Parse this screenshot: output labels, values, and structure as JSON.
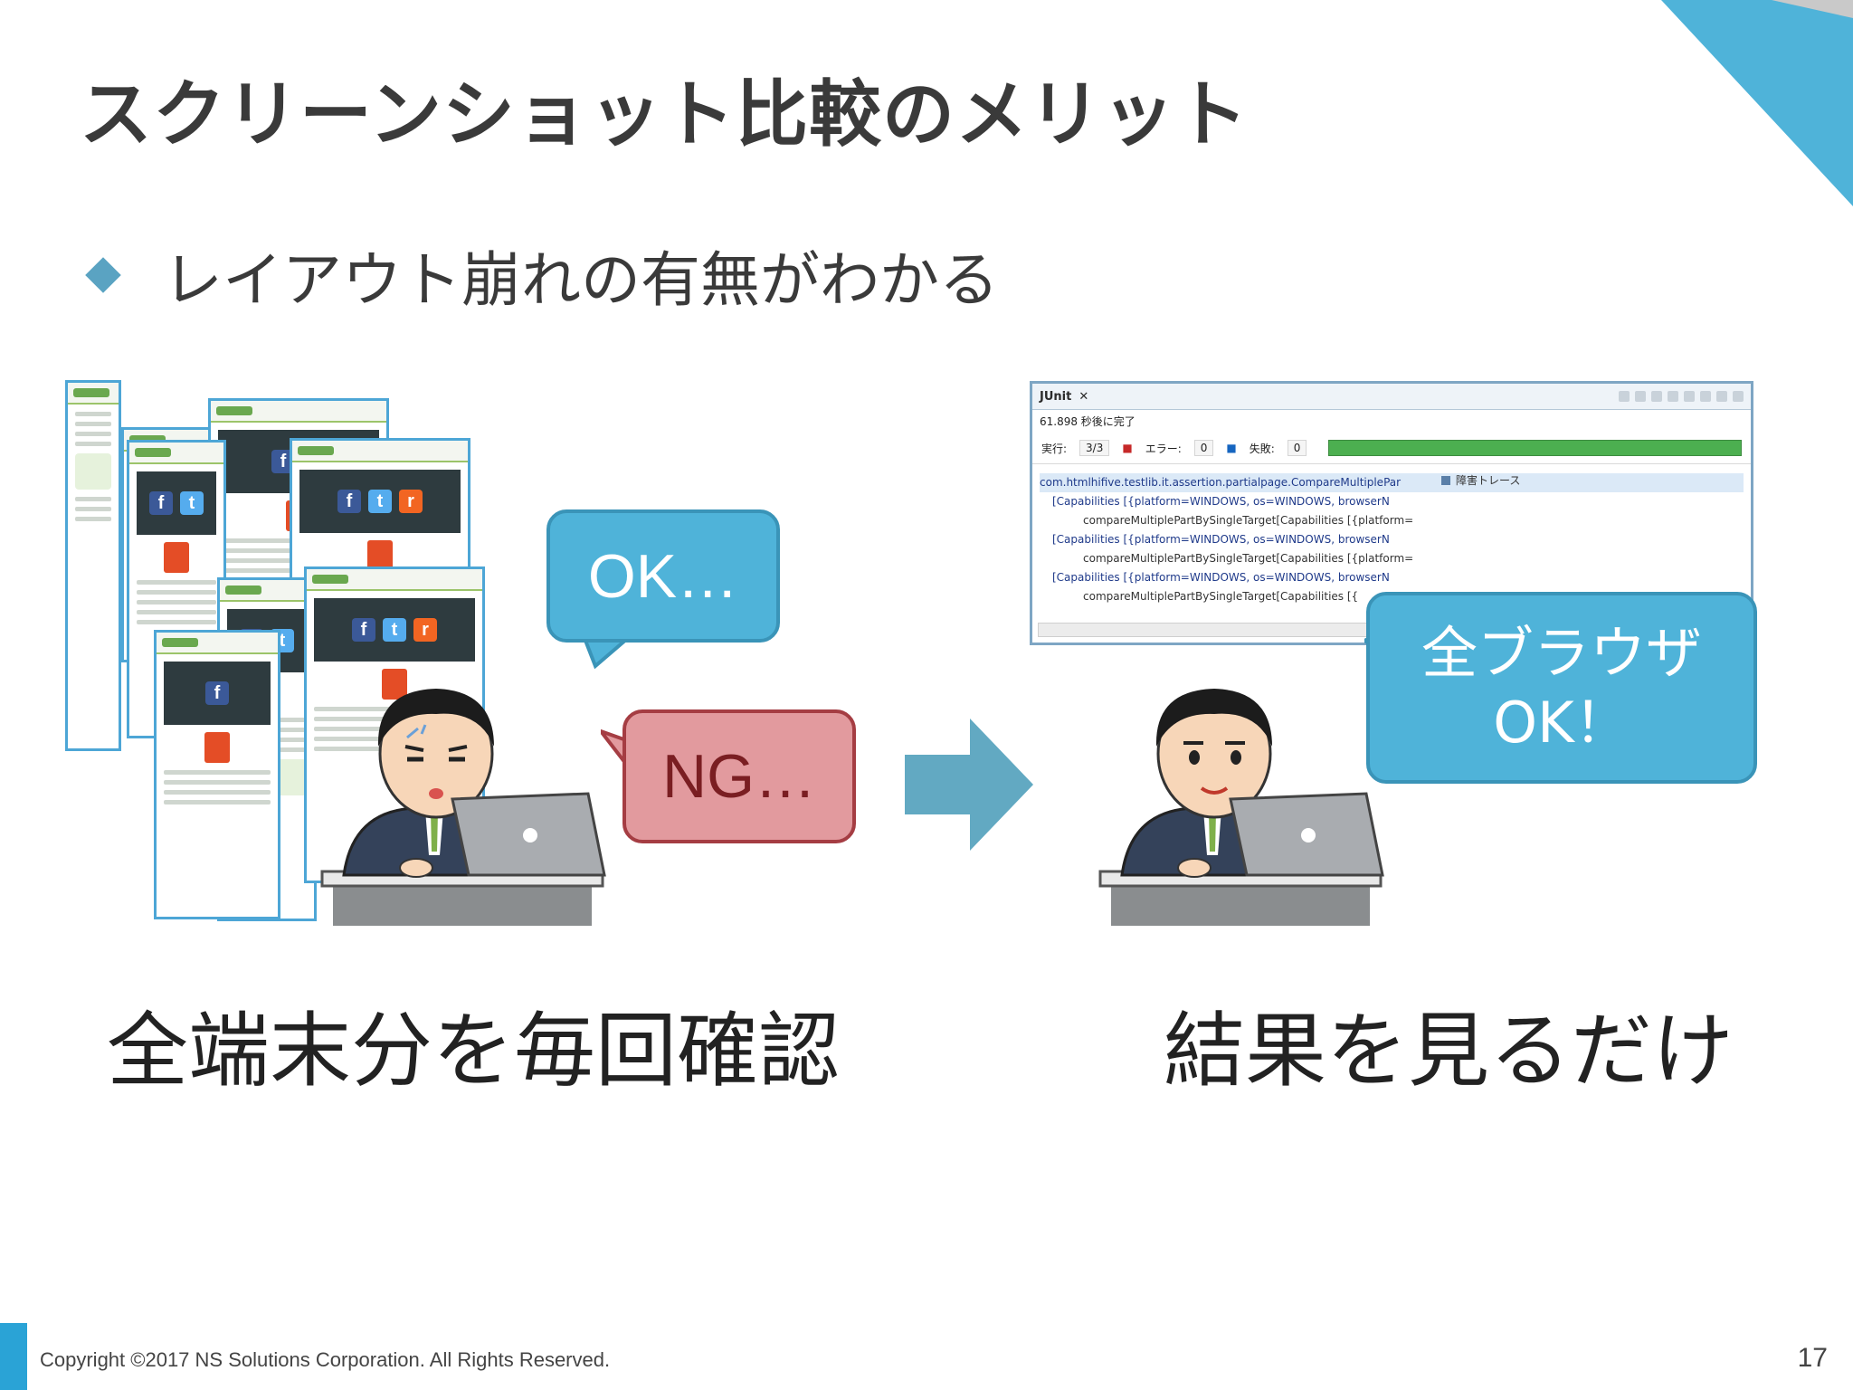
{
  "slide": {
    "title": "スクリーンショット比較のメリット",
    "bullet": "レイアウト崩れの有無がわかる",
    "caption_left": "全端末分を毎回確認",
    "caption_right": "結果を見るだけ",
    "footer": "Copyright ©2017 NS Solutions Corporation. All Rights Reserved.",
    "page_number": "17"
  },
  "bubbles": {
    "ok": "OK…",
    "ng": "NG…",
    "all_line1": "全ブラウザ",
    "all_line2": "OK！"
  },
  "junit": {
    "tab_label": "JUnit",
    "status": "61.898 秒後に完了",
    "runs_label": "実行:",
    "runs_value": "3/3",
    "errors_label": "エラー:",
    "errors_value": "0",
    "failures_label": "失敗:",
    "failures_value": "0",
    "progress": 1.0,
    "trace_label": "障害トレース",
    "tree": [
      "com.htmlhifive.testlib.it.assertion.partialpage.CompareMultiplePar",
      "[Capabilities [{platform=WINDOWS, os=WINDOWS, browserN",
      "compareMultiplePartBySingleTarget[Capabilities [{platform=",
      "[Capabilities [{platform=WINDOWS, os=WINDOWS, browserN",
      "compareMultiplePartBySingleTarget[Capabilities [{platform=",
      "[Capabilities [{platform=WINDOWS, os=WINDOWS, browserN",
      "compareMultiplePartBySingleTarget[Capabilities [{"
    ]
  },
  "colors": {
    "accent": "#2aa3d6",
    "bubble_blue": "#4fb3d9",
    "bubble_red": "#e29a9e",
    "arrow": "#62a9c2",
    "progress_green": "#4caf50"
  }
}
